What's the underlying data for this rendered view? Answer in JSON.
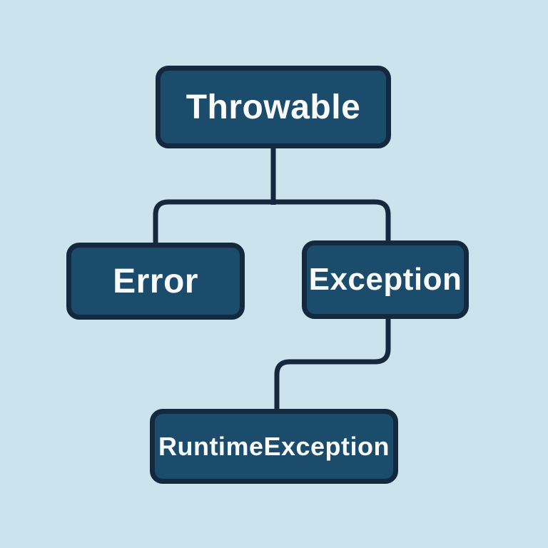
{
  "diagram": {
    "type": "hierarchy-tree",
    "nodes": [
      {
        "id": "throwable",
        "label": "Throwable"
      },
      {
        "id": "error",
        "label": "Error"
      },
      {
        "id": "exception",
        "label": "Exception"
      },
      {
        "id": "runtime-exception",
        "label": "RuntimeException"
      }
    ],
    "edges": [
      {
        "from": "throwable",
        "to": "error"
      },
      {
        "from": "throwable",
        "to": "exception"
      },
      {
        "from": "exception",
        "to": "runtime-exception"
      }
    ]
  },
  "colors": {
    "background": "#cbe3ec",
    "node_fill": "#1c4c6b",
    "node_border": "#14293e",
    "connector": "#14293e",
    "text": "#f8fafc"
  }
}
